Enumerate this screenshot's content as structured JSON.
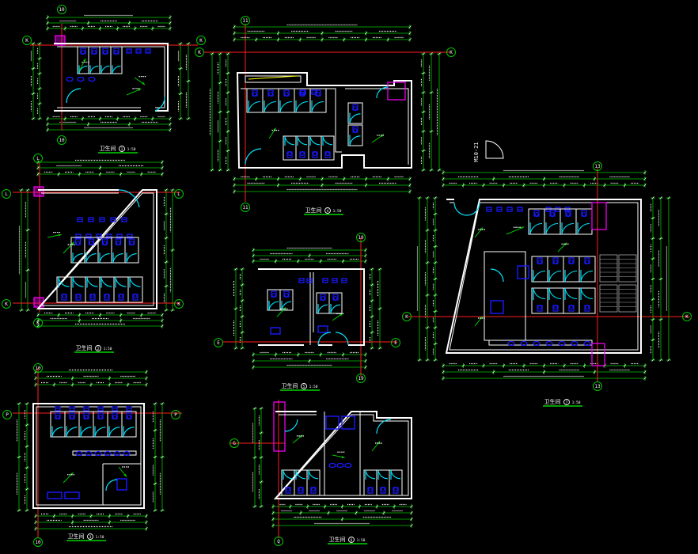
{
  "drawing_code": "M10-21",
  "scale_text": "1:50",
  "plans": [
    {
      "id": "plan-1",
      "title": "卫生间",
      "number": "1",
      "axis_left": "K",
      "axis_right": "K",
      "axis_bottom": "10"
    },
    {
      "id": "plan-2",
      "title": "卫生间",
      "number": "2",
      "axis_left": "L",
      "axis_right": "L",
      "axis_left_2": "K",
      "axis_right_2": "K"
    },
    {
      "id": "plan-3",
      "title": "卫生间",
      "number": "3",
      "axis_left": "P",
      "axis_right": "P",
      "axis_bottom": "10"
    },
    {
      "id": "plan-4",
      "title": "卫生间",
      "number": "4",
      "axis_left": "K",
      "axis_right": "K",
      "axis_top": "11",
      "axis_bottom": "11"
    },
    {
      "id": "plan-5",
      "title": "卫生间",
      "number": "5",
      "axis_left": "E",
      "axis_right": "E",
      "axis_top": "19",
      "axis_bottom": "19"
    },
    {
      "id": "plan-6",
      "title": "卫生间",
      "number": "6",
      "axis_left": "G",
      "axis_bottom": "Q"
    },
    {
      "id": "plan-7",
      "title": "卫生间",
      "number": "7",
      "axis_left": "K",
      "axis_right": "K",
      "axis_top": "13",
      "axis_bottom": "13"
    }
  ],
  "colors": {
    "background": "#000000",
    "wall": "#ffffff",
    "dimension": "#00c800",
    "axis": "#ff2020",
    "fixture": "#1a1aff",
    "door": "#00e5ff",
    "highlight": "#ff00ff",
    "text": "#ffffff",
    "title_underline": "#00ff00"
  }
}
